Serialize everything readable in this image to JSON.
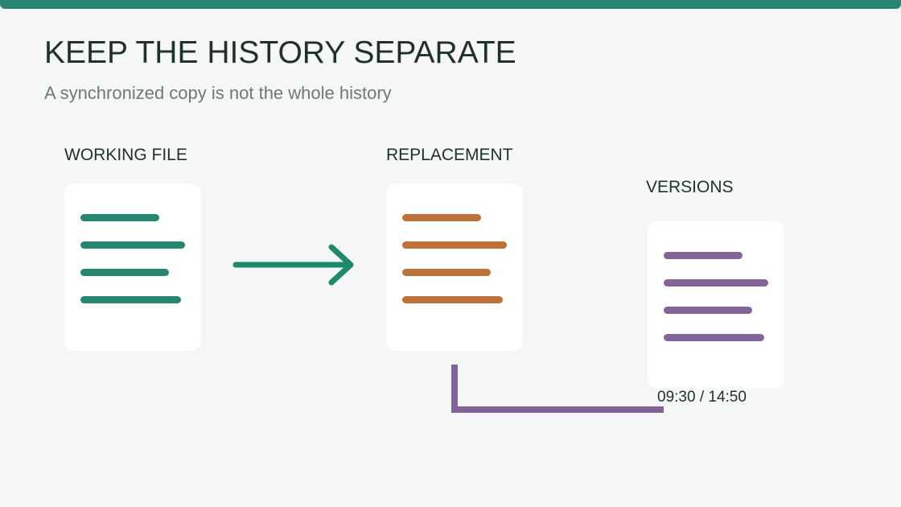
{
  "header": {
    "title": "KEEP THE HISTORY SEPARATE",
    "subtitle": "A synchronized copy is not the whole history"
  },
  "documents": {
    "working_file": {
      "label": "WORKING FILE",
      "color": "#268670"
    },
    "replacement": {
      "label": "REPLACEMENT",
      "color": "#bf713a"
    },
    "versions": {
      "label": "VERSIONS",
      "color": "#82649a",
      "timestamps": "09:30 / 14:50"
    }
  },
  "colors": {
    "accent": "#268670",
    "arrow": "#1e8a6c",
    "connector": "#82649a",
    "background": "#f5f7f6"
  },
  "icons": {
    "sync_arrow": "right-arrow-icon",
    "history_link": "elbow-connector"
  }
}
